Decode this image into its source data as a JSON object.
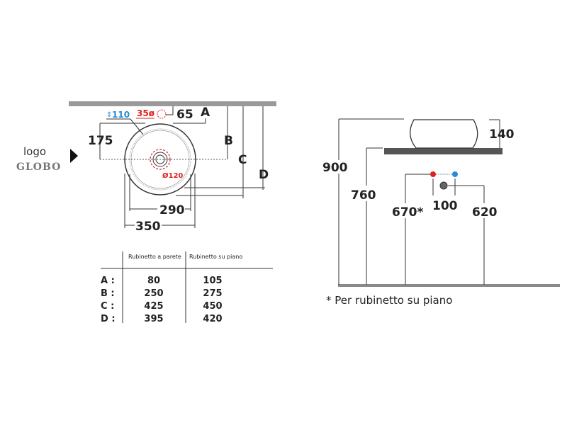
{
  "brand": {
    "logo_label": "logo",
    "logo_name": "GLOBO"
  },
  "plan_view": {
    "dim_175": "175",
    "dim_65": "65",
    "dim_35": "35ø",
    "dim_110": "110",
    "dim_drain": "Ø120",
    "dim_290": "290",
    "dim_350": "350",
    "label_a": "A",
    "label_b": "B",
    "label_c": "C",
    "label_d": "D"
  },
  "table": {
    "headers": [
      "Rubinetto a parete",
      "Rubinetto su piano"
    ],
    "rows": [
      {
        "label": "A :",
        "wall": "80",
        "deck": "105"
      },
      {
        "label": "B :",
        "wall": "250",
        "deck": "275"
      },
      {
        "label": "C :",
        "wall": "425",
        "deck": "450"
      },
      {
        "label": "D :",
        "wall": "395",
        "deck": "420"
      }
    ]
  },
  "elevation": {
    "dim_140": "140",
    "dim_900": "900",
    "dim_760": "760",
    "dim_670": "670*",
    "dim_100": "100",
    "dim_620": "620",
    "footnote": "* Per rubinetto su piano"
  },
  "colors": {
    "hot": "#e02020",
    "cold": "#2a8ad4",
    "wall": "#9a9a9a",
    "counter": "#555555"
  }
}
